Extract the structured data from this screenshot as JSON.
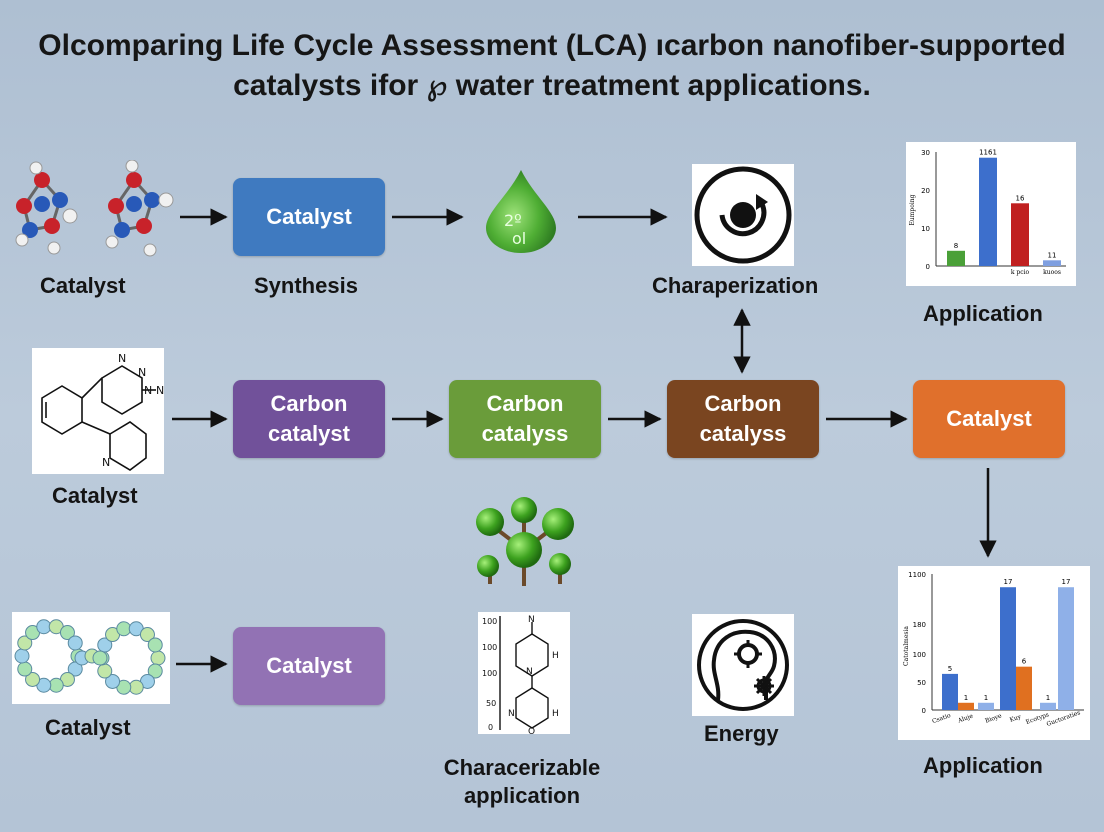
{
  "title": {
    "line1": "Olcomparing Life Cycle Assessment (LCA)  ıcarbon nanofiber-supported",
    "line2": "catalysts ifor ℘ water treatment applications."
  },
  "row1": {
    "molecule_label": "Catalyst",
    "box_catalyst": "Catalyst",
    "box_catalyst_color": "#3f7ac0",
    "synthesis_label": "Synthesis",
    "droplet_text_line1": "2º",
    "droplet_text_line2": "ol",
    "characterization_label": "Charaperization",
    "application_label": "Application"
  },
  "row2": {
    "structure_label": "Catalyst",
    "box1_line1": "Carbon",
    "box1_line2": "catalyst",
    "box1_color": "#71519a",
    "box2_line1": "Carbon",
    "box2_line2": "catalyss",
    "box2_color": "#6a9c3a",
    "box3_line1": "Carbon",
    "box3_line2": "catalyss",
    "box3_color": "#7a4520",
    "box4": "Catalyst",
    "box4_color": "#e0702c"
  },
  "row3": {
    "chain_label": "Catalyst",
    "box_catalyst": "Catalyst",
    "box_color": "#9272b4",
    "structure_label_line1": "Characerizable",
    "structure_label_line2": "application",
    "energy_label": "Energy",
    "application_label": "Application"
  },
  "chart_data": [
    {
      "type": "bar",
      "yticks": [
        "0",
        "10",
        "20",
        "30"
      ],
      "bar_labels": [
        "8",
        "1161",
        "16",
        "11"
      ],
      "values": [
        4,
        28.5,
        16.5,
        1.5
      ],
      "colors": [
        "#4aa038",
        "#3d6fcc",
        "#c02020",
        "#7f9fe0"
      ],
      "xticks": [
        "",
        "",
        "k pcio",
        "kuoos"
      ],
      "ylabel": "Eumpoing",
      "ylim": [
        0,
        30
      ]
    },
    {
      "type": "bar",
      "yticks": [
        "0",
        "50",
        "100",
        "180",
        "1100"
      ],
      "series": [
        {
          "name": "",
          "values": [
            5,
            17,
            1,
            17
          ],
          "color": "#3d6fcc"
        },
        {
          "name": "",
          "values": [
            1,
            6,
            0,
            0
          ],
          "color": "#e07020"
        },
        {
          "name": "",
          "values": [
            0,
            0,
            1,
            1
          ],
          "color": "#8fb0e8"
        }
      ],
      "bar_labels": [
        "5",
        "1",
        "1",
        "17",
        "6",
        "1",
        "17"
      ],
      "xticks": [
        "Csatio",
        "Aluje",
        "Bioye",
        "Kuy",
        "Ecotyps",
        "Guctoraties"
      ],
      "ylabel": "Catotalmesia"
    }
  ],
  "structure_chart_yticks": [
    "100",
    "100",
    "100",
    "50",
    "0"
  ],
  "ring_atoms": {
    "structure_a": [
      "N",
      "N",
      "N",
      "N",
      "N"
    ],
    "structure_b": [
      "N",
      "N",
      "H",
      "N",
      "H",
      "O"
    ]
  }
}
